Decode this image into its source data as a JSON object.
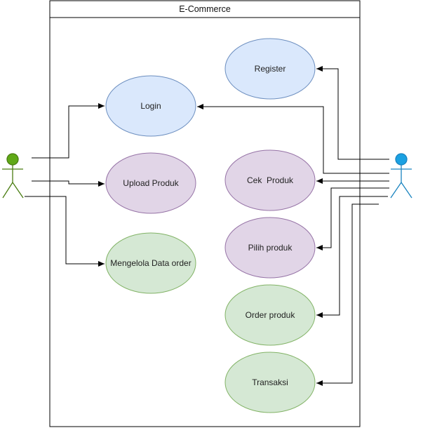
{
  "system": {
    "title": "E-Commerce"
  },
  "colors": {
    "blue_fill": "#dae8fc",
    "blue_stroke": "#6c8ebf",
    "purple_fill": "#e1d5e7",
    "purple_stroke": "#9673a6",
    "green_fill": "#d5e8d4",
    "green_stroke": "#82b366",
    "actor_left": "#60a917",
    "actor_right": "#1ba1e2"
  },
  "use_cases": {
    "login": "Login",
    "upload_produk": "Upload Produk",
    "mengelola_data_order": "Mengelola Data order",
    "register": "Register",
    "cek_produk": "Cek  Produk",
    "pilih_produk": "Pilih produk",
    "order_produk": "Order produk",
    "transaksi": "Transaksi"
  }
}
